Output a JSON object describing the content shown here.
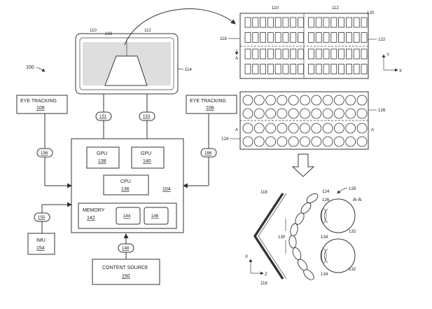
{
  "diagram": {
    "system_label": "100",
    "hmd": {
      "panel_left": "110",
      "panel_right": "112",
      "nose": "102",
      "frame": "114"
    },
    "eye_tracking_left": {
      "line1": "EYE TRACKING",
      "ref": "108"
    },
    "eye_tracking_right": {
      "line1": "EYE TRACKING",
      "ref": "108"
    },
    "conn_left_top": "151",
    "conn_right_top": "153",
    "conn_left_side": "156",
    "conn_right_side": "166",
    "gpu_left": {
      "line1": "GPU",
      "ref": "138"
    },
    "gpu_right": {
      "line1": "GPU",
      "ref": "140"
    },
    "cpu": {
      "line1": "CPU",
      "ref": "136"
    },
    "computer_ref": "104",
    "memory": {
      "line1": "MEMORY",
      "ref": "142",
      "slot1": "144",
      "slot2": "146"
    },
    "imu": {
      "line1": "IMU",
      "ref": "154"
    },
    "conn_imu": "150",
    "conn_content": "148",
    "content_source": {
      "line1": "CONTENT SOURCE",
      "ref": "150"
    },
    "display_panel": {
      "label_left": "110",
      "label_right": "112",
      "ref_corner": "120",
      "ref_side_left": "118",
      "ref_side_right": "122",
      "section": "A",
      "axis_y": "Y",
      "axis_x": "X"
    },
    "lens_panel": {
      "ref_right": "126",
      "ref_left": "124",
      "section": "A"
    },
    "cross_section": {
      "ref_top": "128",
      "title": "A-A",
      "display_top": "118",
      "display_bottom": "118",
      "lens_a": "124",
      "lens_b": "126",
      "lens_gap": "130",
      "eye_top_a": "134",
      "eye_top_b": "132",
      "eye_bot_a": "134",
      "eye_bot_b": "132",
      "axis_x": "X",
      "axis_z": "Z"
    }
  }
}
